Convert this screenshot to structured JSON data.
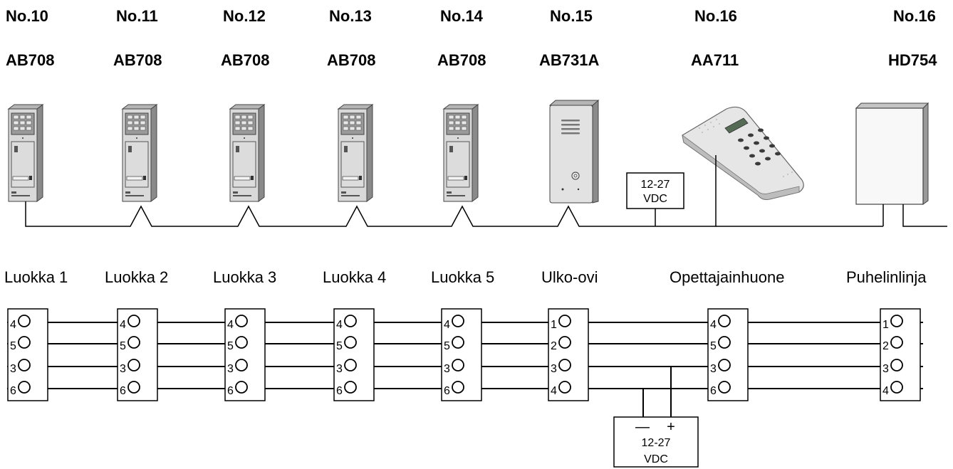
{
  "units": [
    {
      "number": "No.10",
      "model": "AB708",
      "room": "Luokka 1",
      "terminals": [
        "4",
        "5",
        "3",
        "6"
      ]
    },
    {
      "number": "No.11",
      "model": "AB708",
      "room": "Luokka 2",
      "terminals": [
        "4",
        "5",
        "3",
        "6"
      ]
    },
    {
      "number": "No.12",
      "model": "AB708",
      "room": "Luokka 3",
      "terminals": [
        "4",
        "5",
        "3",
        "6"
      ]
    },
    {
      "number": "No.13",
      "model": "AB708",
      "room": "Luokka 4",
      "terminals": [
        "4",
        "5",
        "3",
        "6"
      ]
    },
    {
      "number": "No.14",
      "model": "AB708",
      "room": "Luokka 5",
      "terminals": [
        "4",
        "5",
        "3",
        "6"
      ]
    },
    {
      "number": "No.15",
      "model": "AB731A",
      "room": "Ulko-ovi",
      "terminals": [
        "1",
        "2",
        "3",
        "4"
      ]
    },
    {
      "number": "No.16",
      "model": "AA711",
      "room": "Opettajainhuone",
      "terminals": [
        "4",
        "5",
        "3",
        "6"
      ]
    },
    {
      "number": "No.16",
      "model": "HD754",
      "room": "Puhelinlinja",
      "terminals": [
        "1",
        "2",
        "3",
        "4"
      ]
    }
  ],
  "top_psu": {
    "line1": "12-27",
    "line2": "VDC"
  },
  "bottom_psu": {
    "minus": "—",
    "plus": "+",
    "line1": "12-27",
    "line2": "VDC"
  },
  "colors": {
    "panel_body": "#d9d9d9",
    "panel_dark": "#7a7a7a",
    "handset": "#e6e6e6",
    "line": "#000000"
  }
}
